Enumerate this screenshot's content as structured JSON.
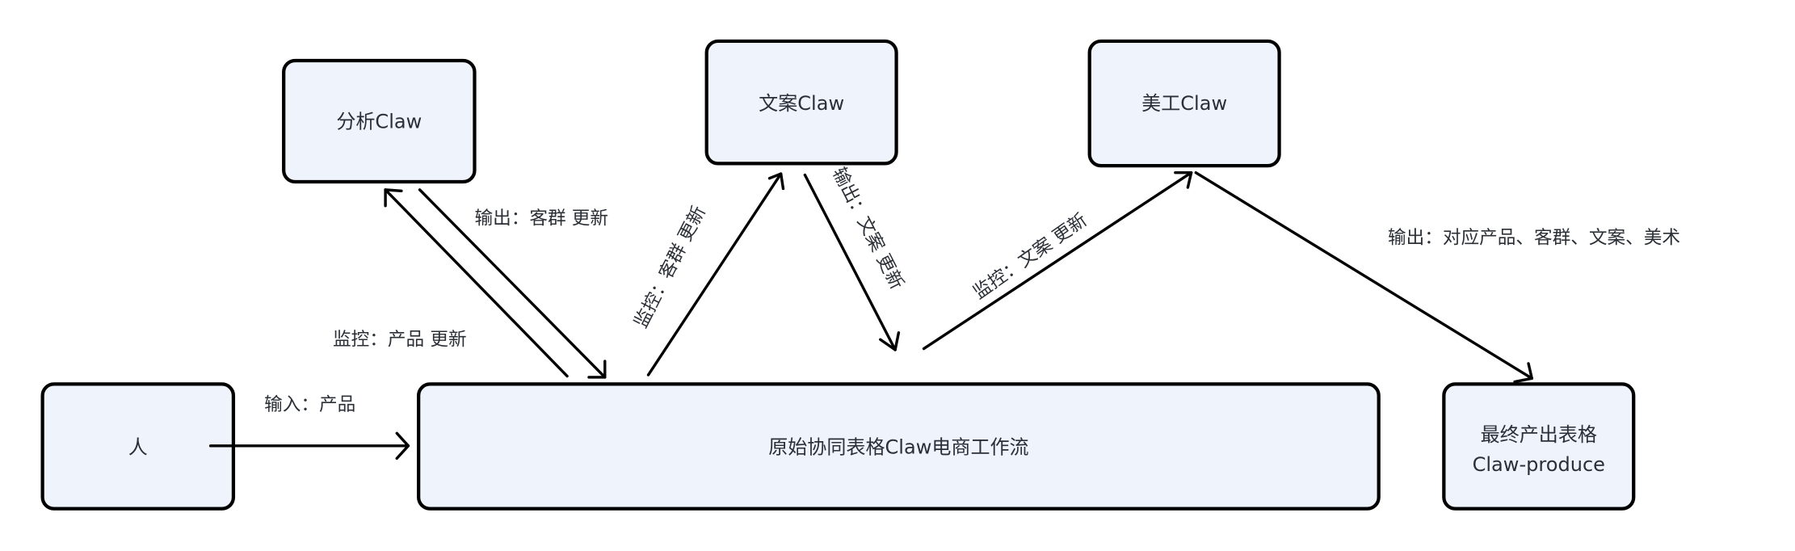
{
  "diagram": {
    "nodes": {
      "analysis": {
        "label": "分析Claw"
      },
      "copywriting": {
        "label": "文案Claw"
      },
      "artwork": {
        "label": "美工Claw"
      },
      "human": {
        "label": "人"
      },
      "workflow": {
        "label": "原始协同表格Claw电商工作流"
      },
      "final": {
        "label_line1": "最终产出表格",
        "label_line2": "Claw-produce"
      }
    },
    "edges": {
      "human_to_workflow": {
        "label": "输入：产品"
      },
      "workflow_to_analysis": {
        "label": "监控：产品 更新"
      },
      "analysis_to_workflow": {
        "label": "输出：客群 更新"
      },
      "workflow_to_copywriting": {
        "label": "监控：客群 更新"
      },
      "copywriting_to_workflow": {
        "label": "输出：文案 更新"
      },
      "workflow_to_artwork": {
        "label": "监控：文案 更新"
      },
      "artwork_to_final": {
        "label": "输出：对应产品、客群、文案、美术"
      }
    },
    "colors": {
      "node_fill": "#eef3fc",
      "stroke": "#000000",
      "text": "#2b2f36"
    }
  }
}
